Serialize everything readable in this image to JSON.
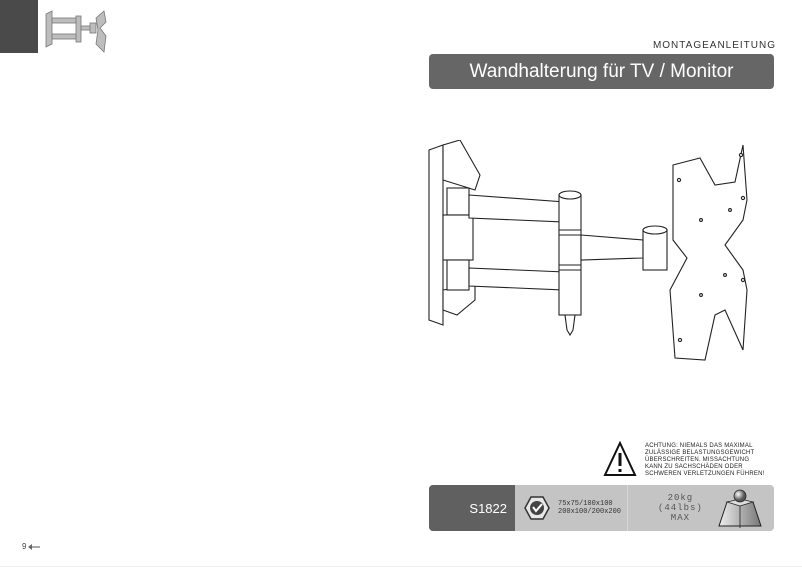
{
  "header": {
    "section_label": "MONTAGEANLEITUNG",
    "title": "Wandhalterung für TV / Monitor"
  },
  "warning": {
    "icon": "warning-triangle-icon",
    "lines": [
      "ACHTUNG: NIEMALS DAS MAXIMAL",
      "ZULÄSSIGE BELASTUNGSGEWICHT",
      "ÜBERSCHREITEN. MISSACHTUNG",
      "KANN ZU SACHSCHÄDEN ODER",
      "SCHWEREN VERLETZUNGEN FÜHREN!"
    ]
  },
  "spec_bar": {
    "model": "S1822",
    "vesa_icon": "vesa-pattern-icon",
    "vesa_lines": [
      "75x75/100x100",
      "200x100/200x200"
    ],
    "load_lines": [
      "20kg",
      "(44lbs)",
      "MAX"
    ],
    "weight_icon": "weight-icon",
    "colors": {
      "model_bg": "#606060",
      "spec_bg": "#c4c4c4"
    }
  },
  "page": {
    "number": "9",
    "arrow_icon": "page-arrow-icon"
  },
  "colors": {
    "title_bar": "#666666",
    "corner_block": "#4a4a4a"
  }
}
